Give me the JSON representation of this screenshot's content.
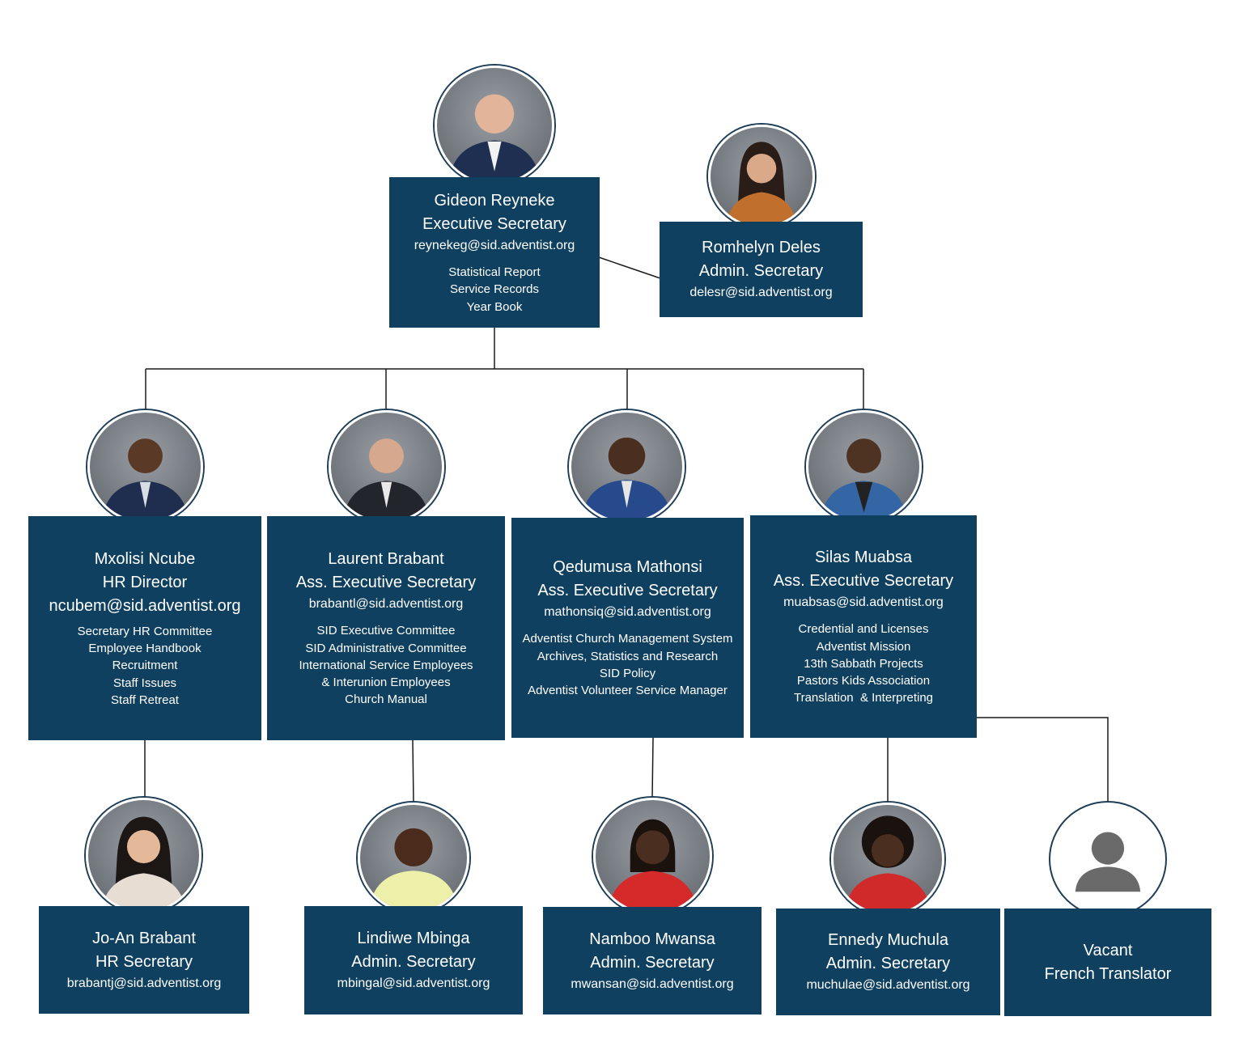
{
  "colors": {
    "box": "#0f4060",
    "line": "#1a1a1a",
    "text": "#ffffff"
  },
  "top": {
    "name": "Gideon Reyneke",
    "role": "Executive Secretary",
    "email": "reynekeg@sid.adventist.org",
    "duties": [
      "Statistical Report",
      "Service Records",
      "Year Book"
    ]
  },
  "assistant": {
    "name": "Romhelyn Deles",
    "role": "Admin. Secretary",
    "email": "delesr@sid.adventist.org"
  },
  "middle": [
    {
      "name": "Mxolisi Ncube",
      "role": "HR Director",
      "email": "ncubem@sid.adventist.org",
      "duties": [
        "Secretary HR Committee",
        "Employee Handbook",
        "Recruitment",
        "Staff Issues",
        "Staff Retreat"
      ]
    },
    {
      "name": "Laurent Brabant",
      "role": "Ass. Executive Secretary",
      "email": "brabantl@sid.adventist.org",
      "duties": [
        "SID Executive Committee",
        "SID Administrative Committee",
        "International Service Employees",
        "& Interunion Employees",
        "Church Manual"
      ]
    },
    {
      "name": "Qedumusa Mathonsi",
      "role": "Ass. Executive Secretary",
      "email": "mathonsiq@sid.adventist.org",
      "duties": [
        "Adventist Church Management System",
        "Archives, Statistics and Research",
        "SID Policy",
        "Adventist Volunteer Service Manager"
      ]
    },
    {
      "name": "Silas Muabsa",
      "role": "Ass. Executive Secretary",
      "email": "muabsas@sid.adventist.org",
      "duties": [
        "Credential and Licenses",
        "Adventist Mission",
        "13th Sabbath Projects",
        "Pastors Kids Association",
        "Translation  & Interpreting"
      ]
    }
  ],
  "bottom": [
    {
      "name": "Jo-An Brabant",
      "role": "HR Secretary",
      "email": "brabantj@sid.adventist.org"
    },
    {
      "name": "Lindiwe Mbinga",
      "role": "Admin. Secretary",
      "email": "mbingal@sid.adventist.org"
    },
    {
      "name": "Namboo Mwansa",
      "role": "Admin. Secretary",
      "email": "mwansan@sid.adventist.org"
    },
    {
      "name": "Ennedy Muchula",
      "role": "Admin. Secretary",
      "email": "muchulae@sid.adventist.org"
    },
    {
      "name": "Vacant",
      "role": "French Translator"
    }
  ]
}
